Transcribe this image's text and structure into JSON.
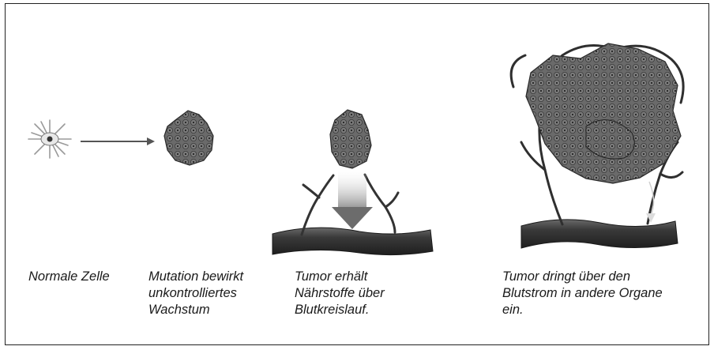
{
  "stages": [
    {
      "id": "normal-cell",
      "caption": [
        "Normale Zelle"
      ]
    },
    {
      "id": "mutation",
      "caption": [
        "Mutation bewirkt",
        "unkontrolliertes",
        "Wachstum"
      ]
    },
    {
      "id": "nutrients",
      "caption": [
        "Tumor erhält",
        "Nährstoffe über",
        "Blutkreislauf."
      ]
    },
    {
      "id": "metastasis",
      "caption": [
        "Tumor dringt über den",
        "Blutstrom in andere Organe",
        "ein."
      ]
    }
  ],
  "colors": {
    "tumor": "#5e5e5e",
    "cell_dots": "#2a2a2a",
    "vessel": "#3a3a3a",
    "arrow": "#5a5a5a",
    "border": "#222222"
  }
}
